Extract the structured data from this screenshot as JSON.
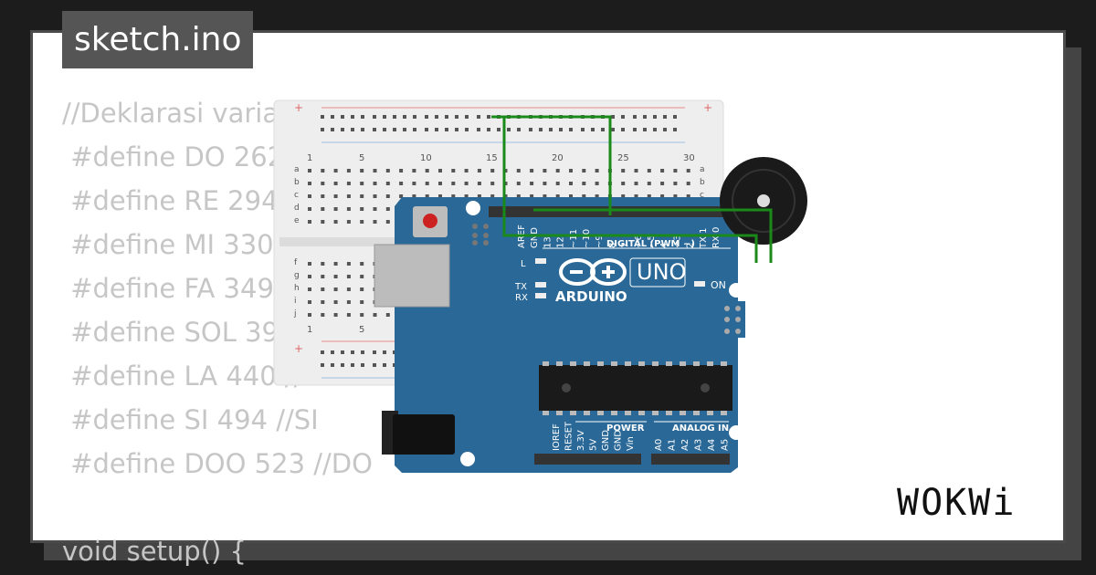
{
  "title": "sketch.ino",
  "code_lines": [
    "//Deklarasi variabel",
    " #define DO 262 //DO",
    " #define RE 294 //RE",
    " #define MI 330 //MI",
    " #define FA 349 //FA",
    " #define SOL 392 //SOL",
    " #define LA 440 //LA",
    " #define SI 494 //SI",
    " #define DOO 523 //DO",
    "",
    "void setup() {"
  ],
  "breadboard": {
    "top_numbers": [
      "1",
      "5",
      "10",
      "15",
      "20",
      "25",
      "30"
    ],
    "bottom_numbers": [
      "1",
      "5"
    ],
    "row_letters_top": [
      "a",
      "b",
      "c",
      "d",
      "e"
    ],
    "row_letters_bottom": [
      "f",
      "g",
      "h",
      "i",
      "j"
    ],
    "plus": "+",
    "minus": "-"
  },
  "arduino": {
    "brand": "ARDUINO",
    "model": "UNO",
    "digital_header_label": "DIGITAL (PWM ~)",
    "digital_pins": [
      "AREF",
      "GND",
      "13",
      "12",
      "~11",
      "~10",
      "~9",
      "8",
      "7",
      "~6",
      "~5",
      "4",
      "~3",
      "2",
      "TX 1",
      "RX 0"
    ],
    "led_l": "L",
    "led_tx": "TX",
    "led_rx": "RX",
    "led_on": "ON",
    "power_label": "POWER",
    "analog_label": "ANALOG IN",
    "power_pins": [
      "IOREF",
      "RESET",
      "3.3V",
      "5V",
      "GND",
      "GND",
      "Vin"
    ],
    "analog_pins": [
      "A0",
      "A1",
      "A2",
      "A3",
      "A4",
      "A5"
    ]
  },
  "logo_text": "WOKWi",
  "colors": {
    "board": "#2a6897",
    "wire": "#1a8a1a",
    "breadboard": "#eeeeee",
    "card_border": "#4a4a4a"
  }
}
